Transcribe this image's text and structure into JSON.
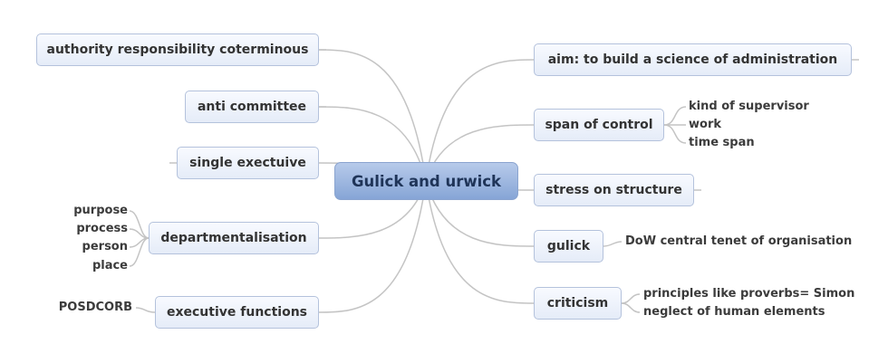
{
  "central": "Gulick and urwick",
  "left": [
    {
      "label": "authority responsibility coterminous",
      "subs": []
    },
    {
      "label": "anti committee",
      "subs": []
    },
    {
      "label": "single exectuive",
      "subs": []
    },
    {
      "label": "departmentalisation",
      "subs": [
        "purpose",
        "process",
        "person",
        "place"
      ]
    },
    {
      "label": "executive functions",
      "subs": [
        "POSDCORB"
      ]
    }
  ],
  "right": [
    {
      "label": "aim: to build  a science of administration",
      "subs": []
    },
    {
      "label": "span of control",
      "subs": [
        "kind of supervisor",
        "work",
        "time span"
      ]
    },
    {
      "label": "stress on structure",
      "subs": []
    },
    {
      "label": "gulick",
      "subs": [
        "DoW central tenet of organisation"
      ]
    },
    {
      "label": "criticism",
      "subs": [
        "principles like proverbs= Simon",
        "neglect of human elements"
      ]
    }
  ],
  "colors": {
    "link": "#c4c4c4",
    "node_border": "#b4c2dc",
    "central_fill": "#94b0dd"
  }
}
